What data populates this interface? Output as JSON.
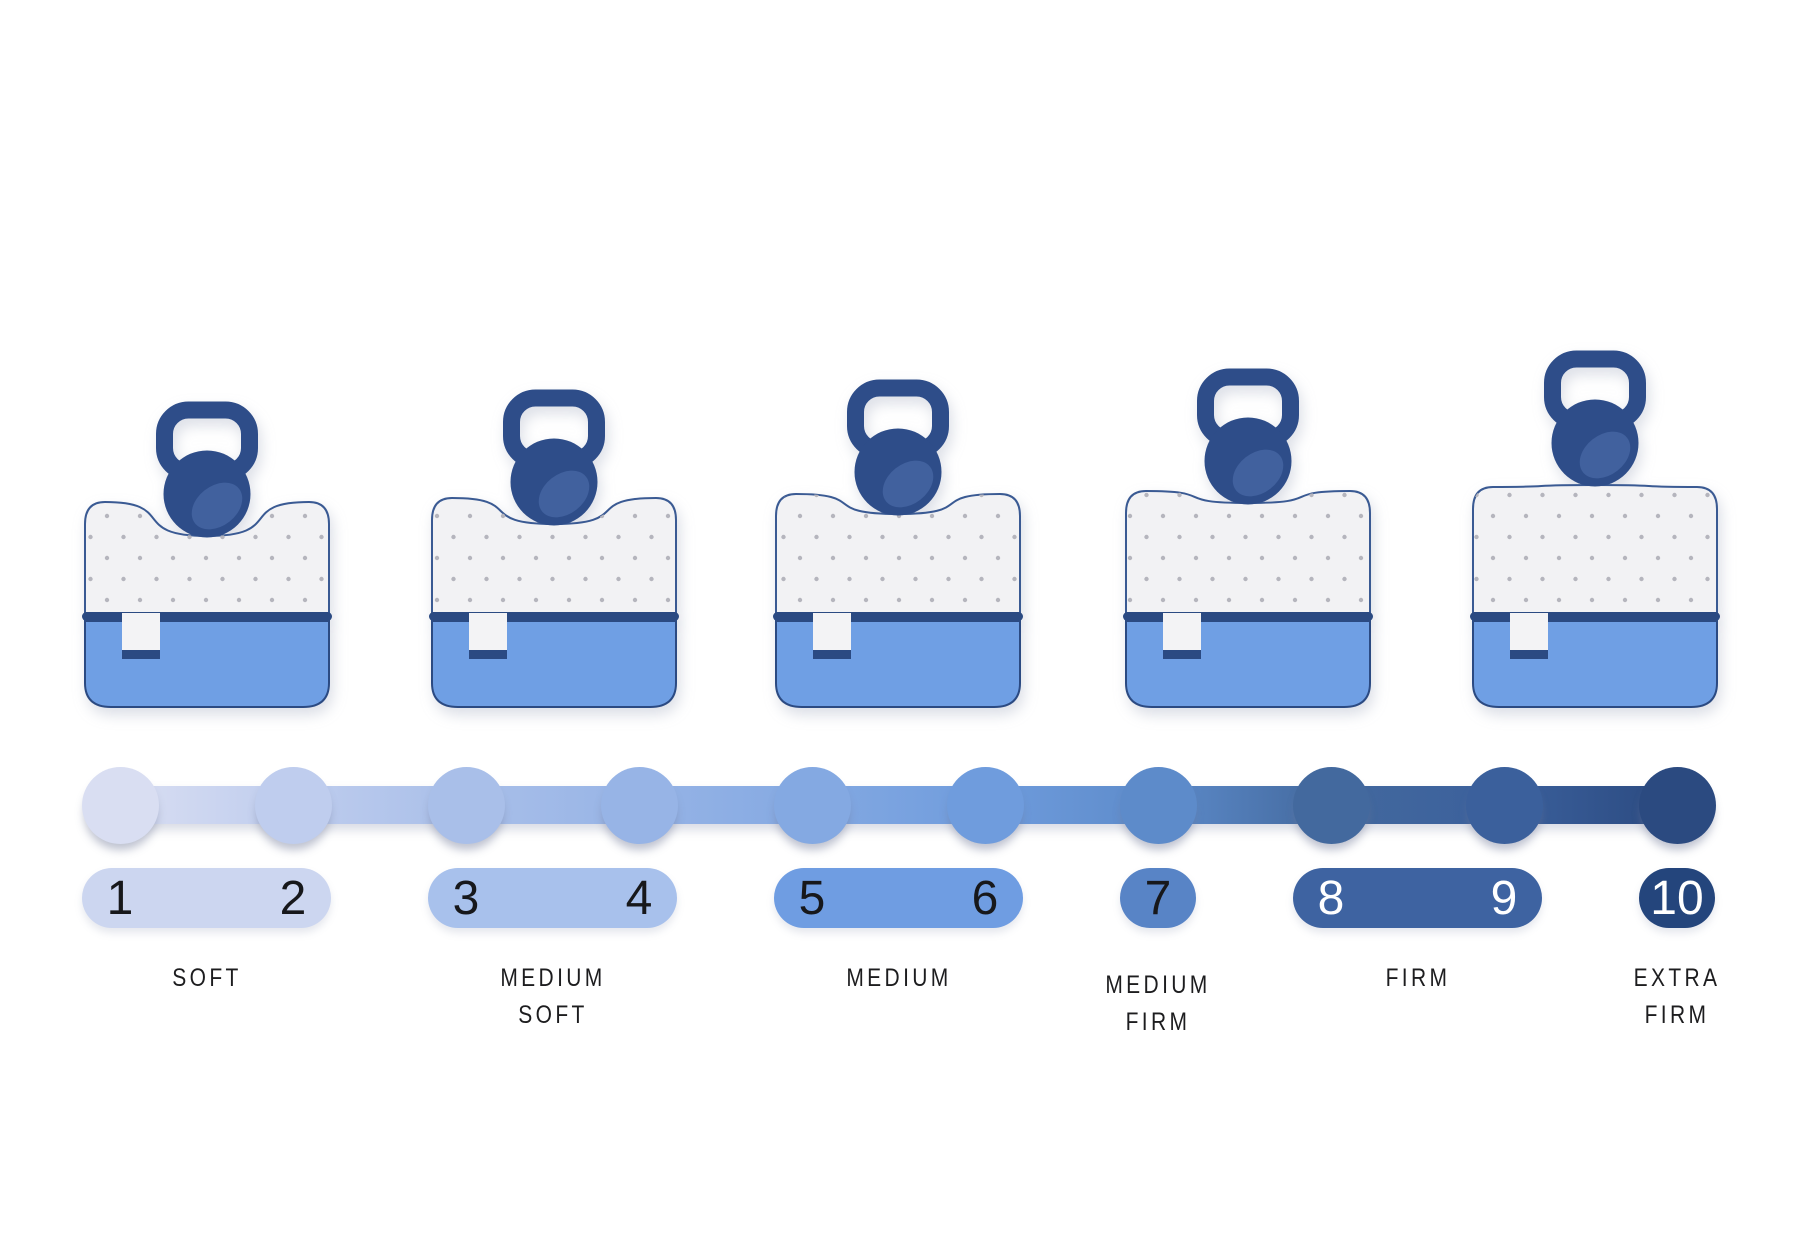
{
  "figure": {
    "subject": "mattress-firmness-scale",
    "scale_min": 1,
    "scale_max": 10
  },
  "firmness_groups": [
    {
      "name": "Soft",
      "slug": "soft",
      "label_lines": [
        "SOFT"
      ],
      "values": [
        "1",
        "2"
      ],
      "pill_color": "#ccd6f0",
      "number_color": "#17181b"
    },
    {
      "name": "Medium Soft",
      "slug": "medium-soft",
      "label_lines": [
        "MEDIUM",
        "SOFT"
      ],
      "values": [
        "3",
        "4"
      ],
      "pill_color": "#a8c1ec",
      "number_color": "#17181b"
    },
    {
      "name": "Medium",
      "slug": "medium",
      "label_lines": [
        "MEDIUM"
      ],
      "values": [
        "5",
        "6"
      ],
      "pill_color": "#6f9de2",
      "number_color": "#17181b"
    },
    {
      "name": "Medium Firm",
      "slug": "medium-firm",
      "label_lines": [
        "MEDIUM",
        "FIRM"
      ],
      "values": [
        "7"
      ],
      "pill_color": "#5884c6",
      "number_color": "#17181b"
    },
    {
      "name": "Firm",
      "slug": "firm",
      "label_lines": [
        "FIRM"
      ],
      "values": [
        "8",
        "9"
      ],
      "pill_color": "#3e63a1",
      "number_color": "#ffffff"
    },
    {
      "name": "Extra Firm",
      "slug": "extra-firm",
      "label_lines": [
        "EXTRA",
        "FIRM"
      ],
      "values": [
        "10"
      ],
      "pill_color": "#24457c",
      "number_color": "#ffffff"
    }
  ],
  "timeline": {
    "circle_colors": [
      "#d9def2",
      "#bfcdee",
      "#a9bfe9",
      "#97b4e6",
      "#84a9e2",
      "#6f9cdd",
      "#5d8bca",
      "#43699e",
      "#3b609c",
      "#2b4a80"
    ]
  },
  "mattresses": [
    {
      "firmness": "soft",
      "sink_depth": 36
    },
    {
      "firmness": "medium-soft",
      "sink_depth": 28
    },
    {
      "firmness": "medium",
      "sink_depth": 22
    },
    {
      "firmness": "medium-firm",
      "sink_depth": 14
    },
    {
      "firmness": "extra-firm",
      "sink_depth": 0
    }
  ],
  "colors": {
    "background": "#ffffff",
    "navy": "#2b4a82",
    "kettlebell": "#2e4d89",
    "kettlebell_highlight": "#41619e",
    "mattress_top_fill": "#f2f2f4",
    "mattress_dots": "#b5b5bd",
    "mattress_outline": "#3a5a93",
    "mattress_bottom_fill": "#6f9fe4",
    "label_text": "#1d1d1f"
  }
}
